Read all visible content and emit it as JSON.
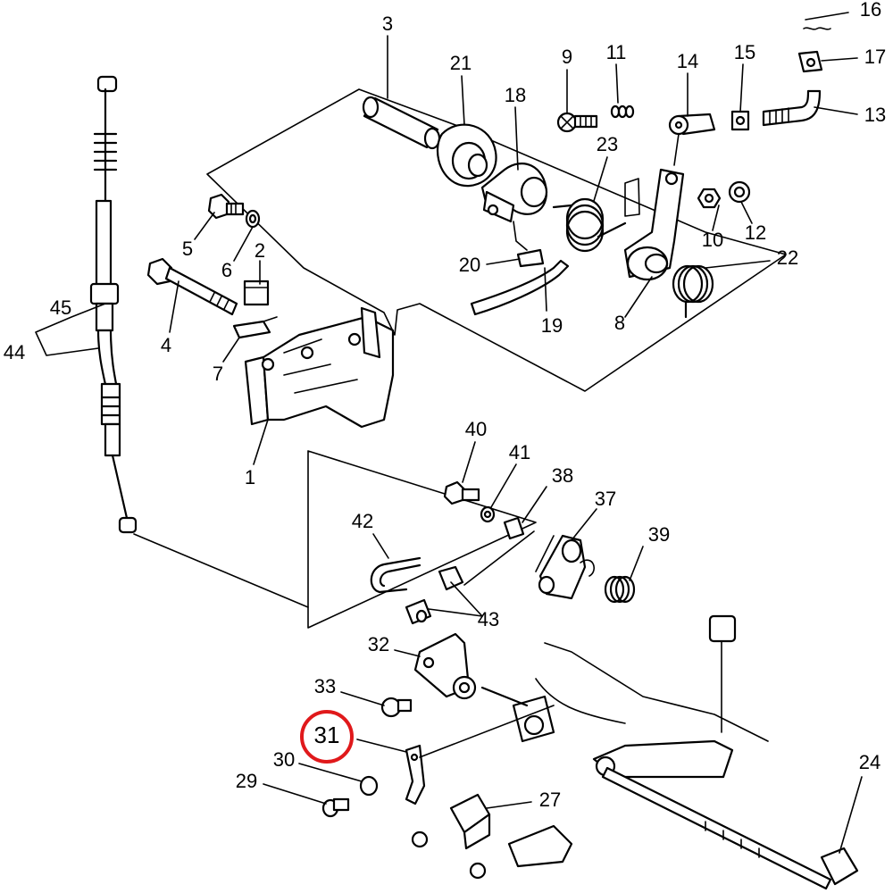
{
  "diagram": {
    "highlight_color": "#e0191b",
    "highlighted_callout": "31",
    "callouts": {
      "c1": "1",
      "c2": "2",
      "c3": "3",
      "c4": "4",
      "c5": "5",
      "c6": "6",
      "c7": "7",
      "c8": "8",
      "c9": "9",
      "c10": "10",
      "c11": "11",
      "c12": "12",
      "c13": "13",
      "c14": "14",
      "c15": "15",
      "c16": "16",
      "c17": "17",
      "c18": "18",
      "c19": "19",
      "c20": "20",
      "c21": "21",
      "c22": "22",
      "c23": "23",
      "c24": "24",
      "c27": "27",
      "c29": "29",
      "c30": "30",
      "c31": "31",
      "c32": "32",
      "c33": "33",
      "c37": "37",
      "c38": "38",
      "c39": "39",
      "c40": "40",
      "c41": "41",
      "c42": "42",
      "c43": "43",
      "c44": "44",
      "c45": "45"
    }
  }
}
